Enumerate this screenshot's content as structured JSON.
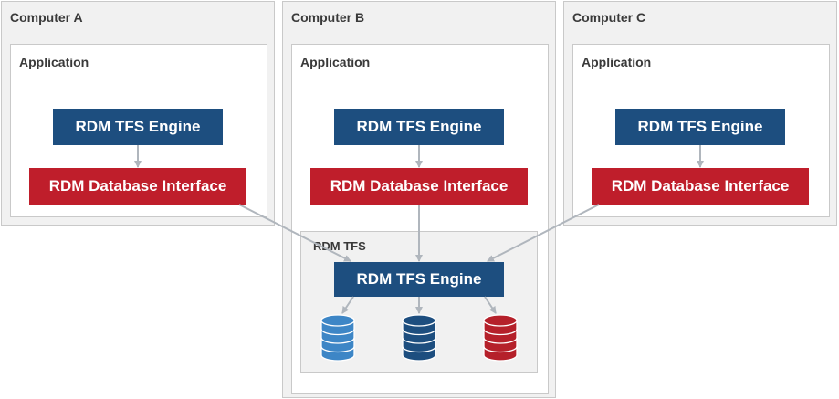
{
  "computers": [
    {
      "title": "Computer A",
      "application": "Application",
      "engine": "RDM TFS Engine",
      "interface": "RDM Database Interface"
    },
    {
      "title": "Computer B",
      "application": "Application",
      "engine": "RDM TFS Engine",
      "interface": "RDM Database Interface"
    },
    {
      "title": "Computer C",
      "application": "Application",
      "engine": "RDM TFS Engine",
      "interface": "RDM Database Interface"
    }
  ],
  "tfs": {
    "title": "RDM TFS",
    "engine": "RDM TFS Engine",
    "databases": [
      {
        "color": "#3d86c6",
        "icon": "database-icon"
      },
      {
        "color": "#1d4e7f",
        "icon": "database-icon"
      },
      {
        "color": "#b5202a",
        "icon": "database-icon"
      }
    ]
  },
  "colors": {
    "engine": "#1d4e7f",
    "interface": "#bf1e2b",
    "panel": "#f1f1f1",
    "connector": "#b0b6bd"
  }
}
